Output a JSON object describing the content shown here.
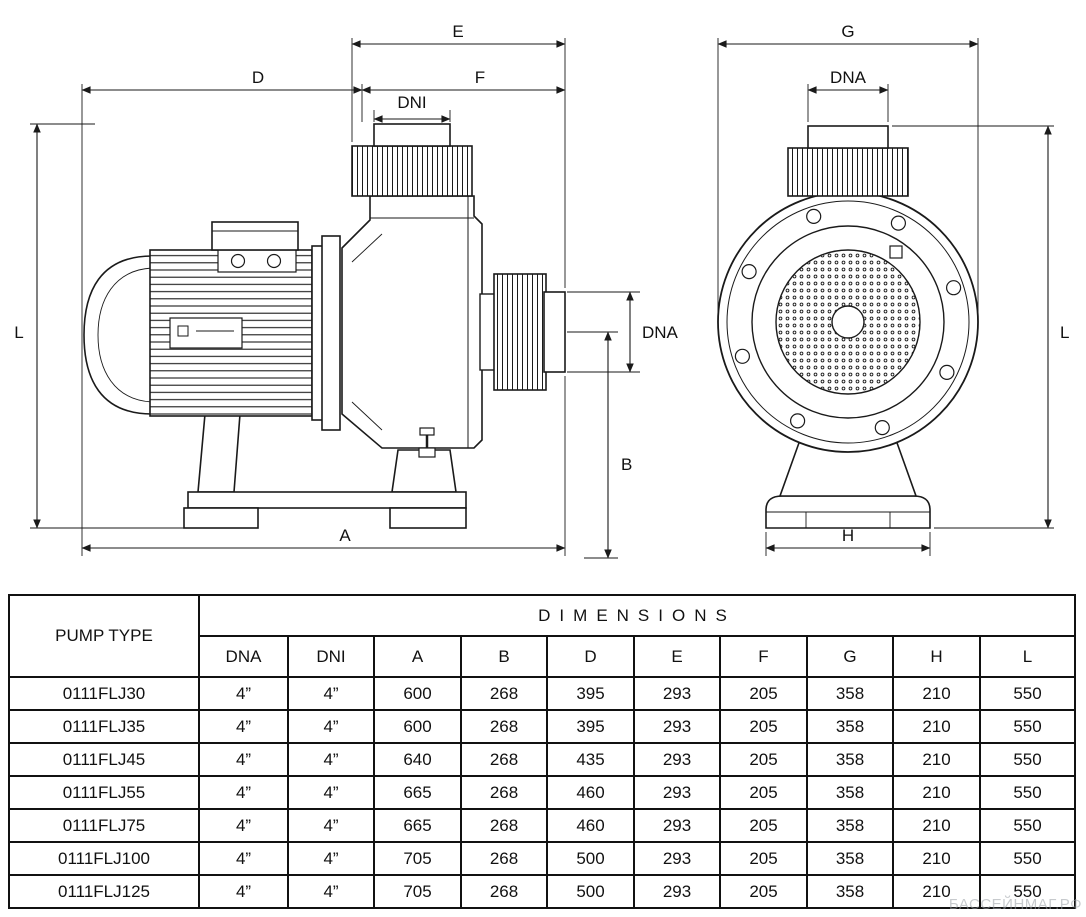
{
  "drawing": {
    "side": {
      "E": "E",
      "D": "D",
      "F": "F",
      "DNI": "DNI",
      "L": "L",
      "DNA": "DNA",
      "B": "B",
      "A": "A"
    },
    "front": {
      "G": "G",
      "DNA": "DNA",
      "L": "L",
      "H": "H"
    }
  },
  "table": {
    "pump_type_header": "PUMP TYPE",
    "dimensions_header": "DIMENSIONS",
    "columns": [
      "DNA",
      "DNI",
      "A",
      "B",
      "D",
      "E",
      "F",
      "G",
      "H",
      "L"
    ],
    "rows": [
      {
        "type": "0111FLJ30",
        "values": [
          "4”",
          "4”",
          "600",
          "268",
          "395",
          "293",
          "205",
          "358",
          "210",
          "550"
        ]
      },
      {
        "type": "0111FLJ35",
        "values": [
          "4”",
          "4”",
          "600",
          "268",
          "395",
          "293",
          "205",
          "358",
          "210",
          "550"
        ]
      },
      {
        "type": "0111FLJ45",
        "values": [
          "4”",
          "4”",
          "640",
          "268",
          "435",
          "293",
          "205",
          "358",
          "210",
          "550"
        ]
      },
      {
        "type": "0111FLJ55",
        "values": [
          "4”",
          "4”",
          "665",
          "268",
          "460",
          "293",
          "205",
          "358",
          "210",
          "550"
        ]
      },
      {
        "type": "0111FLJ75",
        "values": [
          "4”",
          "4”",
          "665",
          "268",
          "460",
          "293",
          "205",
          "358",
          "210",
          "550"
        ]
      },
      {
        "type": "0111FLJ100",
        "values": [
          "4”",
          "4”",
          "705",
          "268",
          "500",
          "293",
          "205",
          "358",
          "210",
          "550"
        ]
      },
      {
        "type": "0111FLJ125",
        "values": [
          "4”",
          "4”",
          "705",
          "268",
          "500",
          "293",
          "205",
          "358",
          "210",
          "550"
        ]
      }
    ]
  },
  "watermark": "БАССЕЙНМАГ.РФ"
}
